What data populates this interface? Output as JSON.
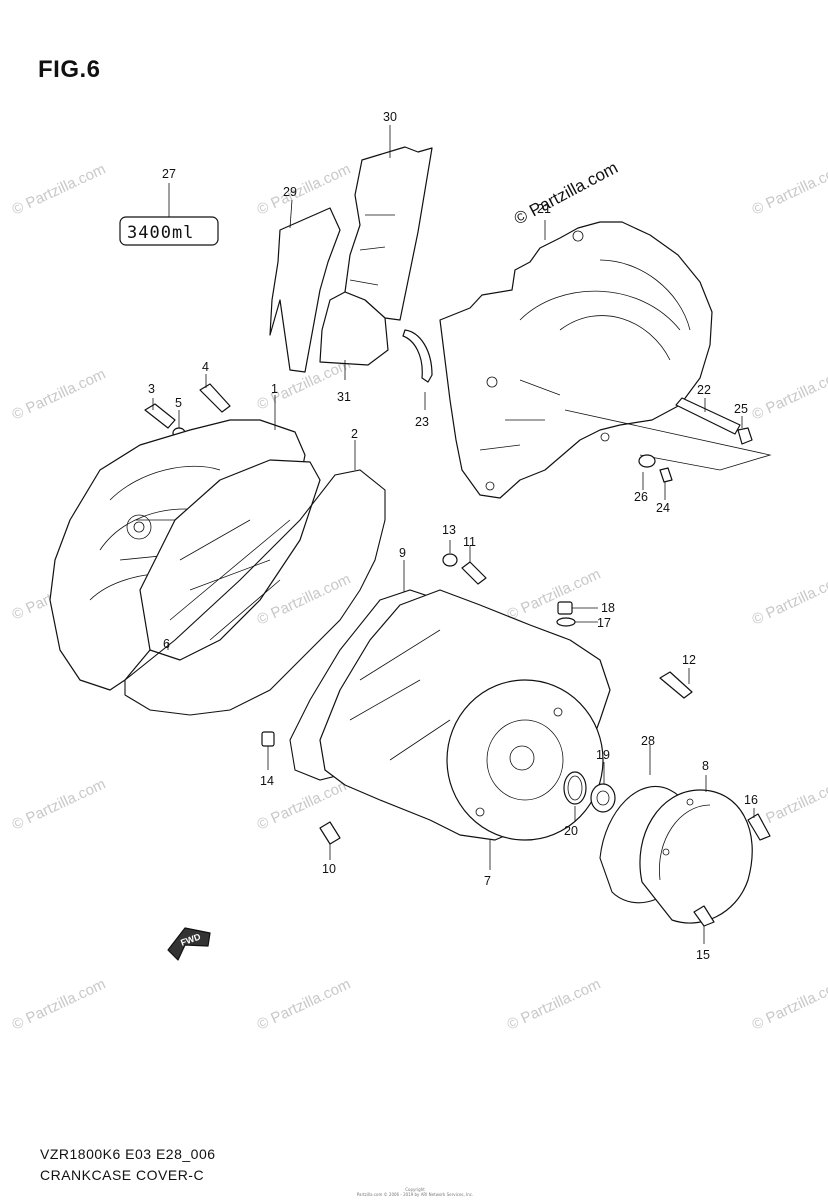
{
  "title": "FIG.6",
  "model": "VZR1800K6 E03 E28_006",
  "caption": "CRANKCASE COVER-C",
  "label_box_text": "3400ml",
  "watermark_brand": "© Partzilla.com",
  "watermark_text": "© Partzilla.com",
  "copyright_line1": "Copyright",
  "copyright_line2": "Partzilla.com © 2006 - 2019 by ARI Network Services, Inc.",
  "callouts": {
    "c1": "1",
    "c2": "2",
    "c3": "3",
    "c4": "4",
    "c5": "5",
    "c6": "6",
    "c7": "7",
    "c8": "8",
    "c9": "9",
    "c10": "10",
    "c11": "11",
    "c12": "12",
    "c13": "13",
    "c14": "14",
    "c15": "15",
    "c16": "16",
    "c17": "17",
    "c18": "18",
    "c19": "19",
    "c20": "20",
    "c21": "21",
    "c22": "22",
    "c23": "23",
    "c24": "24",
    "c25": "25",
    "c26": "26",
    "c27": "27",
    "c28": "28",
    "c29": "29",
    "c30": "30",
    "c31": "31"
  },
  "fwd_label": "FWD",
  "icons": {
    "forward_arrow": "fwd-arrow-icon"
  }
}
